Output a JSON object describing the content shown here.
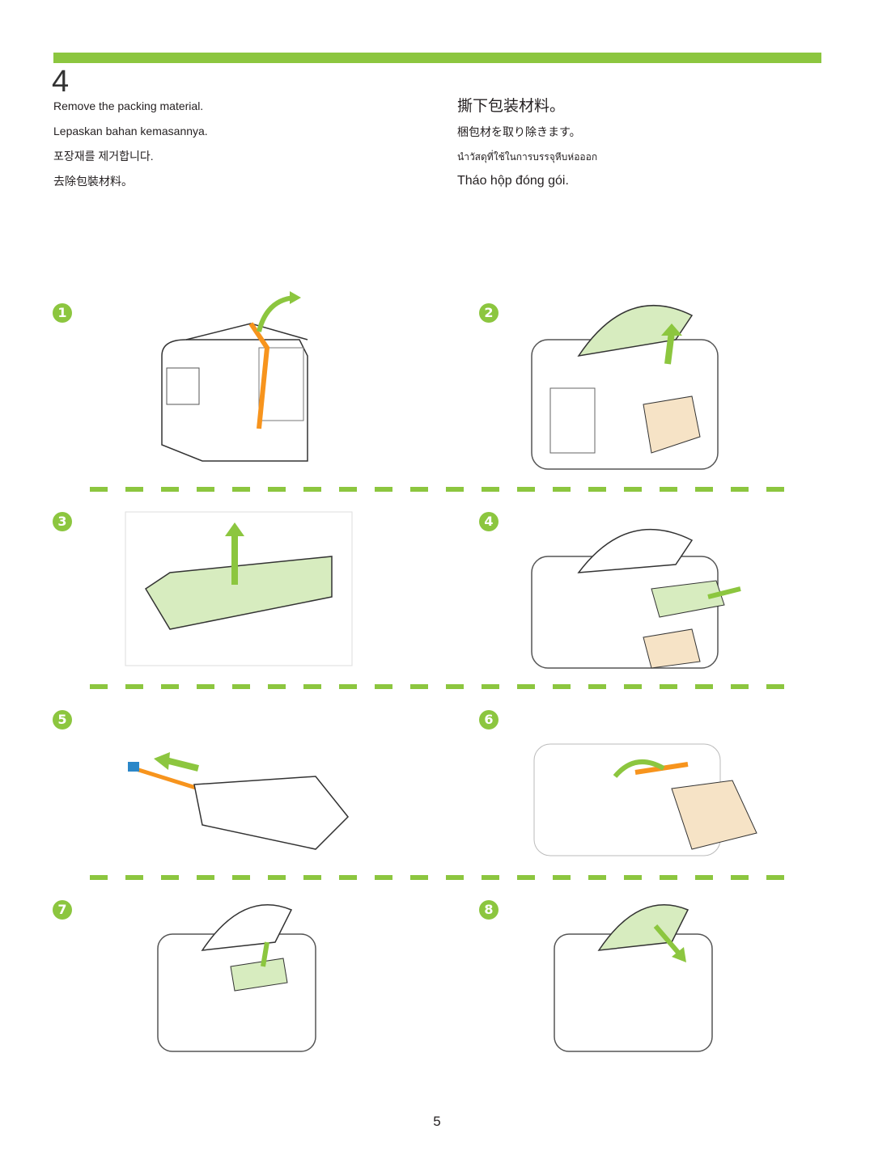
{
  "step_number": "4",
  "instructions_left": [
    "Remove the packing material.",
    "Lepaskan bahan kemasannya.",
    "포장재를 제거합니다.",
    "去除包裝材料。"
  ],
  "instructions_right": [
    "撕下包装材料。",
    "梱包材を取り除きます。",
    "นำวัสดุที่ใช้ในการบรรจุหีบห่อออก",
    "Tháo hộp đóng gói."
  ],
  "steps": [
    {
      "badge": "1",
      "icon": "printer-remove-tape-icon"
    },
    {
      "badge": "2",
      "icon": "printer-open-cover-remove-paper-icon"
    },
    {
      "badge": "3",
      "icon": "remove-packing-insert-icon"
    },
    {
      "badge": "4",
      "icon": "remove-toner-cartridge-icon"
    },
    {
      "badge": "5",
      "icon": "pull-cartridge-tab-icon"
    },
    {
      "badge": "6",
      "icon": "remove-roller-packing-icon"
    },
    {
      "badge": "7",
      "icon": "insert-cartridge-icon"
    },
    {
      "badge": "8",
      "icon": "close-top-cover-icon"
    }
  ],
  "page_number": "5",
  "colors": {
    "accent": "#8cc63f",
    "tape": "#f7941d",
    "packing": "#f6e3c6",
    "highlight": "#d7ecbf"
  }
}
